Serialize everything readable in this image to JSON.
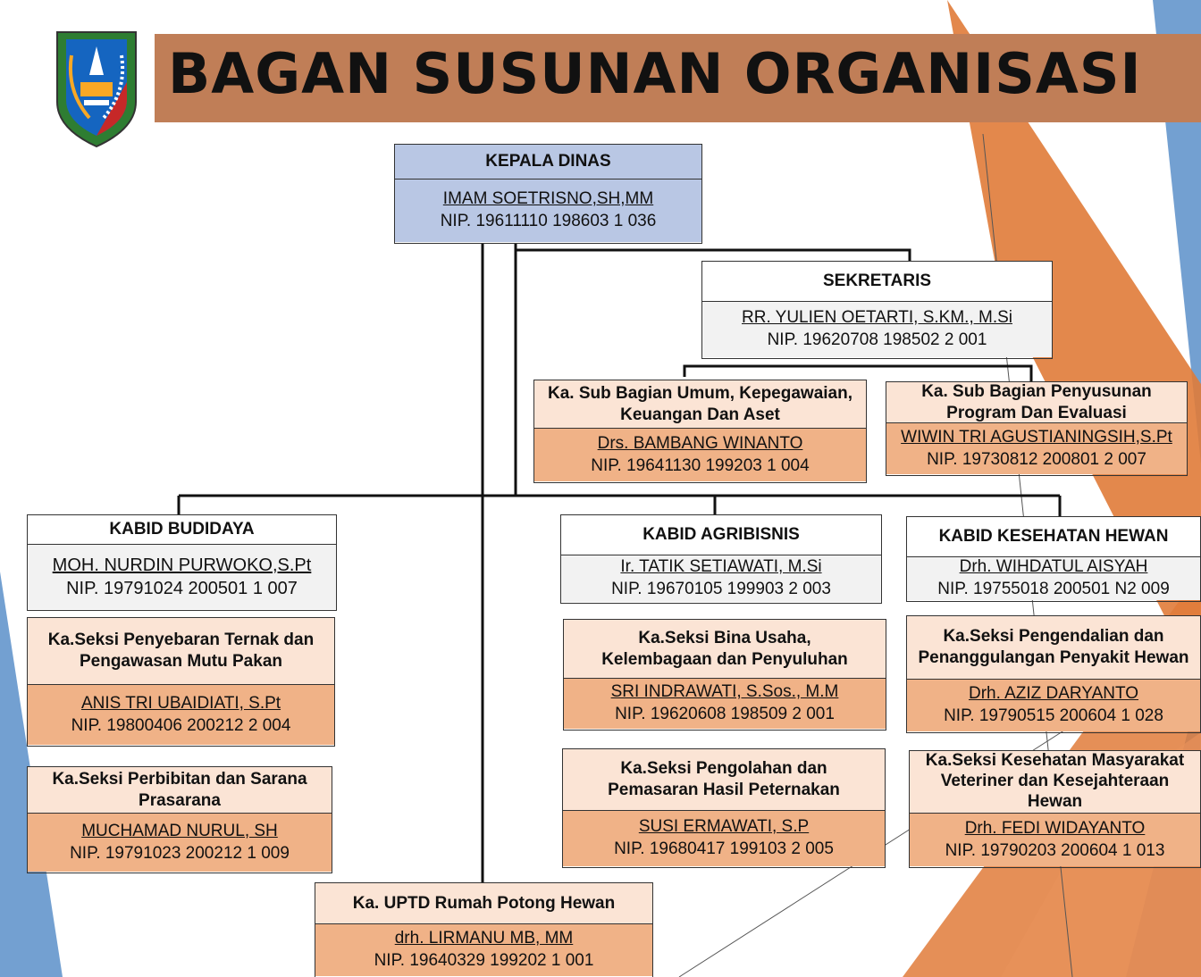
{
  "title": "BAGAN SUSUNAN ORGANISASI",
  "colors": {
    "title_band": "#c07e57",
    "kepala_fill": "#b9c7e4",
    "officer_header": "#ffffff",
    "section_header": "#fbe4d5",
    "section_body": "#f0b287",
    "accent_orange": "#e07b39",
    "accent_blue": "#5b8fc9"
  },
  "logo": {
    "icon": "provincial-emblem-icon"
  },
  "kepala": {
    "position": "KEPALA DINAS",
    "name": "IMAM SOETRISNO,SH,MM",
    "nip": "NIP. 19611110 198603 1 036"
  },
  "sekretaris": {
    "position": "SEKRETARIS",
    "name": "RR. YULIEN OETARTI, S.KM., M.Si",
    "nip": "NIP. 19620708 198502 2 001"
  },
  "subbag_umum": {
    "position": "Ka. Sub Bagian Umum, Kepegawaian, Keuangan Dan Aset",
    "name": "Drs. BAMBANG WINANTO",
    "nip": "NIP. 19641130 199203 1 004"
  },
  "subbag_program": {
    "position": "Ka. Sub Bagian Penyusunan Program Dan Evaluasi",
    "name": "WIWIN TRI AGUSTIANINGSIH,S.Pt",
    "nip": "NIP. 19730812 200801 2 007"
  },
  "kabid_budidaya": {
    "position": "KABID BUDIDAYA",
    "name": "MOH. NURDIN PURWOKO,S.Pt",
    "nip": "NIP. 19791024 200501 1 007"
  },
  "seksi_penyebaran": {
    "position": "Ka.Seksi Penyebaran Ternak dan Pengawasan Mutu Pakan",
    "name": "ANIS TRI UBAIDIATI, S.Pt",
    "nip": "NIP. 19800406 200212 2 004"
  },
  "seksi_perbibitan": {
    "position": "Ka.Seksi Perbibitan dan Sarana Prasarana",
    "name": "MUCHAMAD NURUL, SH",
    "nip": "NIP. 19791023 200212 1 009"
  },
  "kabid_agribisnis": {
    "position": "KABID AGRIBISNIS",
    "name": "Ir. TATIK SETIAWATI, M.Si",
    "nip": "NIP. 19670105 199903 2 003"
  },
  "seksi_bina_usaha": {
    "position": "Ka.Seksi Bina Usaha, Kelembagaan dan Penyuluhan",
    "name": "SRI INDRAWATI, S.Sos., M.M",
    "nip": "NIP. 19620608 198509 2 001"
  },
  "seksi_pengolahan": {
    "position": "Ka.Seksi Pengolahan dan Pemasaran Hasil Peternakan",
    "name": "SUSI ERMAWATI, S.P",
    "nip": "NIP. 19680417 199103 2 005"
  },
  "kabid_keswan": {
    "position": "KABID KESEHATAN HEWAN",
    "name": "Drh. WIHDATUL AISYAH",
    "nip": "NIP. 19755018 200501 N2 009"
  },
  "seksi_pengendalian": {
    "position": "Ka.Seksi Pengendalian dan Penanggulangan Penyakit Hewan",
    "name": "Drh. AZIZ DARYANTO",
    "nip": "NIP. 19790515 200604 1 028"
  },
  "seksi_kesmavet": {
    "position": "Ka.Seksi Kesehatan Masyarakat Veteriner dan Kesejahteraan Hewan",
    "name": "Drh. FEDI WIDAYANTO",
    "nip": "NIP. 19790203 200604 1 013"
  },
  "uptd": {
    "position": "Ka. UPTD Rumah Potong Hewan",
    "name": "drh. LIRMANU MB, MM",
    "nip": "NIP. 19640329 199202 1 001"
  }
}
